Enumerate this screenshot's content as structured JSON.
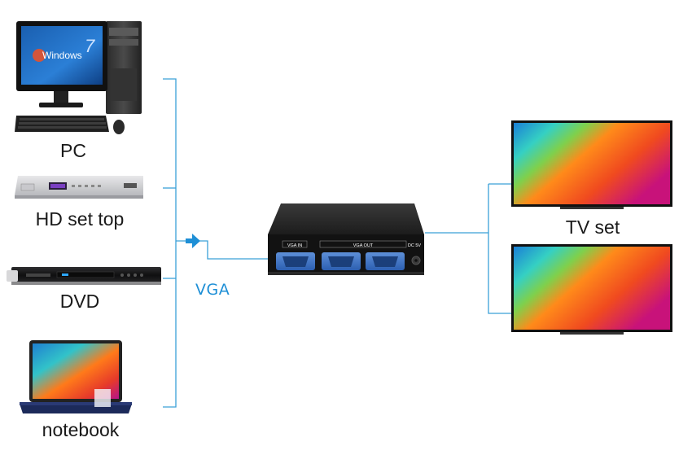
{
  "sources": [
    {
      "label": "PC",
      "icon": "desktop-pc-icon",
      "screen_text": "Windows",
      "screen_badge": "7"
    },
    {
      "label": "HD set top",
      "icon": "set-top-box-icon"
    },
    {
      "label": "DVD",
      "icon": "dvd-player-icon"
    },
    {
      "label": "notebook",
      "icon": "notebook-icon"
    }
  ],
  "connection_label": "VGA",
  "splitter": {
    "input_label": "VGA IN",
    "output_label": "VGA  OUT",
    "power_label": "DC 5V",
    "icon": "vga-splitter-icon"
  },
  "outputs": [
    {
      "label": "TV set",
      "icon": "tv-icon"
    }
  ],
  "colors": {
    "line": "#3aa0d8",
    "arrow": "#1e8fd6",
    "text": "#1a1a1a",
    "device_dark": "#1c1c1c"
  }
}
